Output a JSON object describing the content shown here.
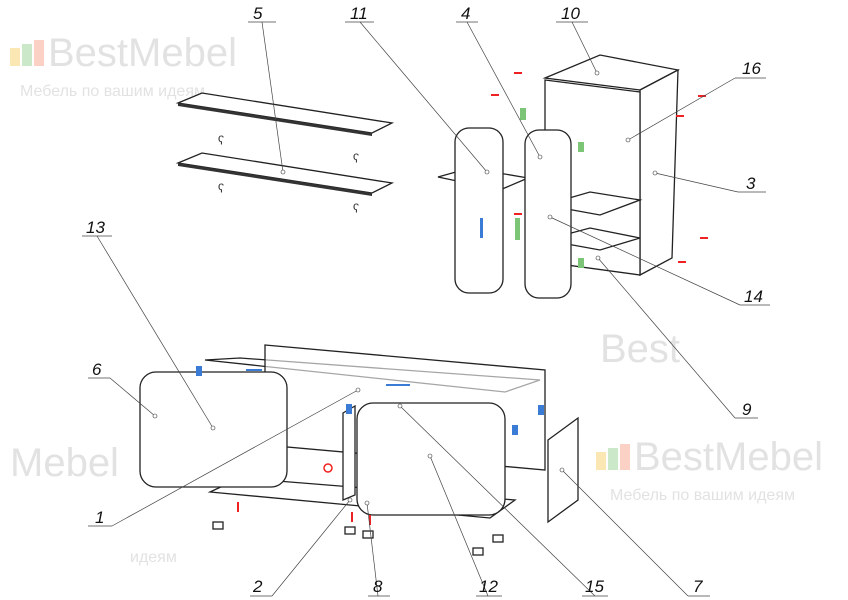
{
  "diagram": {
    "type": "exploded-assembly-drawing",
    "part_labels": {
      "p1": "1",
      "p2": "2",
      "p3": "3",
      "p4": "4",
      "p5": "5",
      "p6": "6",
      "p7": "7",
      "p8": "8",
      "p9": "9",
      "p10": "10",
      "p11": "11",
      "p12": "12",
      "p13": "13",
      "p14": "14",
      "p15": "15",
      "p16": "16"
    }
  },
  "watermark": {
    "brand": "BestMebel",
    "brand_part1": "Best",
    "brand_part2": "Mebel",
    "slogan": "Мебель по вашим идеям",
    "slogan_fragment": "идеям",
    "colors": [
      "#f5c242",
      "#7cc576",
      "#f28b6b"
    ]
  }
}
